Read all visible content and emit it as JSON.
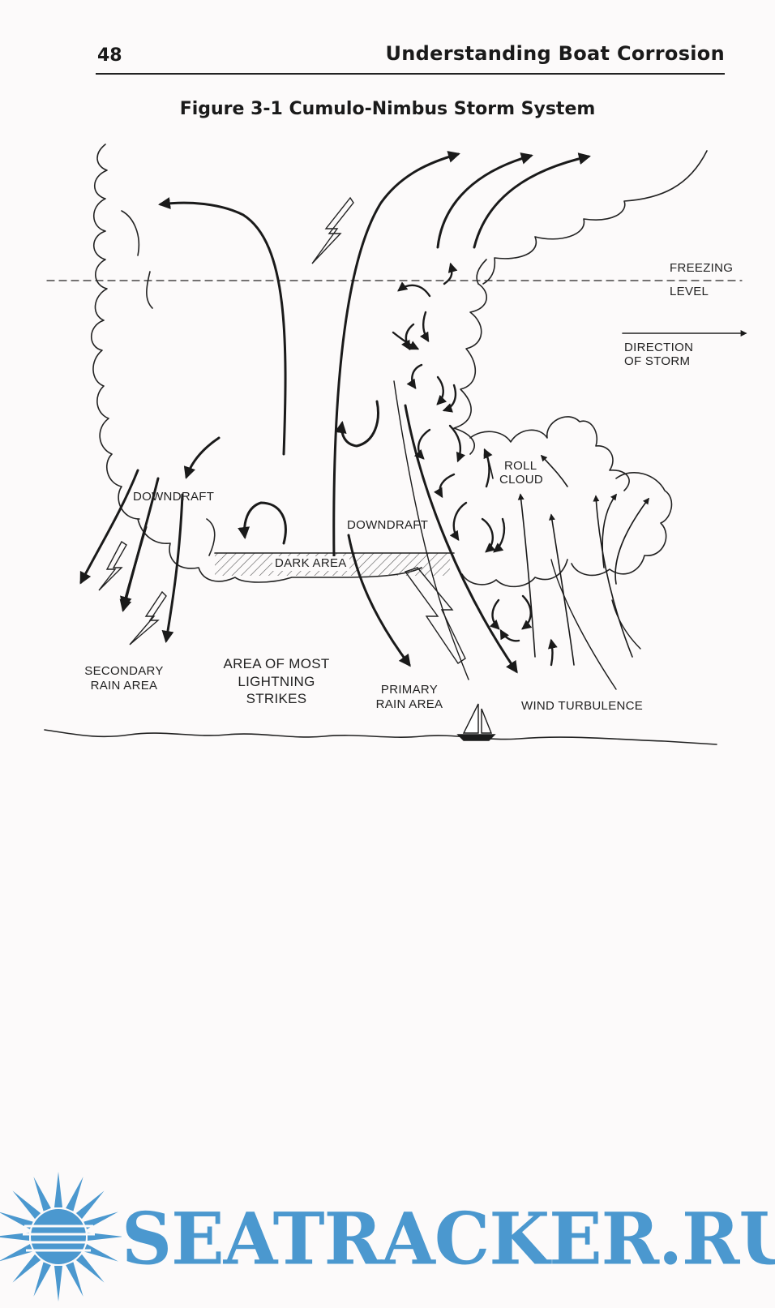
{
  "header": {
    "page_number": "48",
    "running_title": "Understanding Boat Corrosion"
  },
  "figure": {
    "caption": "Figure 3-1 Cumulo-Nimbus Storm System",
    "labels": {
      "freezing": "FREEZING",
      "level": "LEVEL",
      "direction_1": "DIRECTION",
      "direction_2": "OF STORM",
      "roll_1": "ROLL",
      "roll_2": "CLOUD",
      "downdraft_left": "DOWNDRAFT",
      "downdraft_right": "DOWNDRAFT",
      "dark_area": "DARK AREA",
      "secondary_1": "SECONDARY",
      "secondary_2": "RAIN AREA",
      "lightning_1": "AREA OF MOST",
      "lightning_2": "LIGHTNING",
      "lightning_3": "STRIKES",
      "primary_1": "PRIMARY",
      "primary_2": "RAIN AREA",
      "wind_turbulence": "WIND TURBULENCE"
    }
  },
  "watermark": {
    "text": "SEATRACKER.RU",
    "color": "#4b98cf",
    "icon": "sun-icon"
  }
}
